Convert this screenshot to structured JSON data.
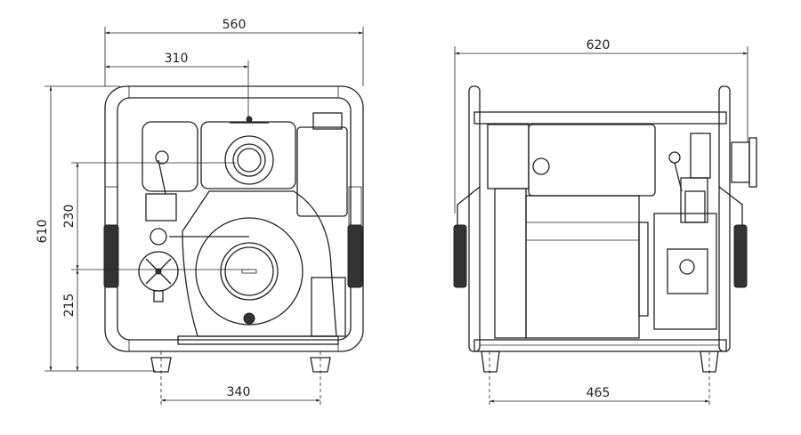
{
  "front_view": {
    "dimensions": {
      "overall_width": "560",
      "outlet_offset": "310",
      "overall_height": "610",
      "upper_height": "230",
      "lower_height": "215",
      "feet_spacing": "340"
    }
  },
  "side_view": {
    "dimensions": {
      "overall_depth": "620",
      "feet_spacing": "465"
    }
  }
}
